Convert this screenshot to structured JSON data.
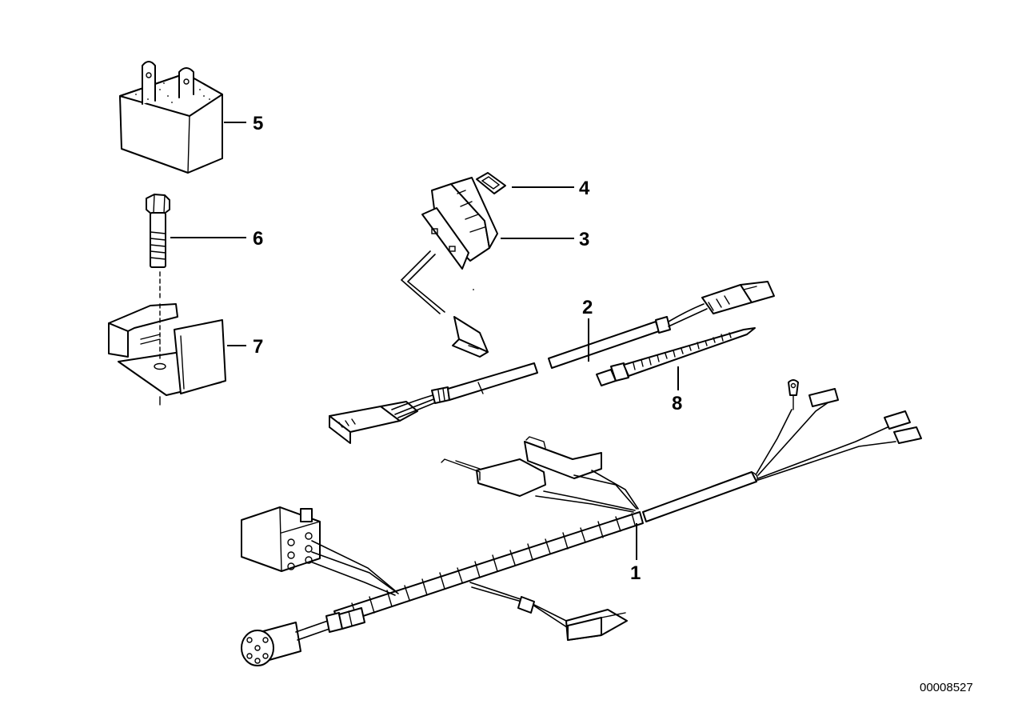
{
  "callouts": {
    "c1": "1",
    "c2": "2",
    "c3": "3",
    "c4": "4",
    "c5": "5",
    "c6": "6",
    "c7": "7",
    "c8": "8"
  },
  "document_number": "00008527"
}
